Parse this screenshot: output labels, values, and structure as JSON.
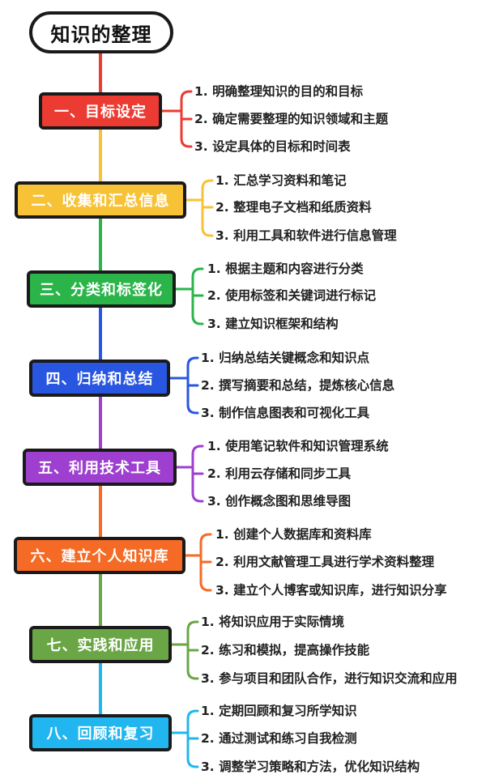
{
  "title": "知识的整理",
  "colors": {
    "red": "#ec3b32",
    "yellow": "#f7c236",
    "green": "#2ab44a",
    "blue": "#2856e0",
    "purple": "#9e3fd0",
    "orange": "#f56a25",
    "olive": "#6ba646",
    "cyan": "#21b6f0"
  },
  "stages": [
    {
      "label": "一、目标设定",
      "color": "#ec3b32",
      "items": [
        "1. 明确整理知识的目的和目标",
        "2. 确定需要整理的知识领域和主题",
        "3. 设定具体的目标和时间表"
      ]
    },
    {
      "label": "二、收集和汇总信息",
      "color": "#f7c236",
      "items": [
        "1. 汇总学习资料和笔记",
        "2. 整理电子文档和纸质资料",
        "3. 利用工具和软件进行信息管理"
      ]
    },
    {
      "label": "三、分类和标签化",
      "color": "#2ab44a",
      "items": [
        "1. 根据主题和内容进行分类",
        "2. 使用标签和关键词进行标记",
        "3. 建立知识框架和结构"
      ]
    },
    {
      "label": "四、归纳和总结",
      "color": "#2856e0",
      "items": [
        "1. 归纳总结关键概念和知识点",
        "2. 撰写摘要和总结，提炼核心信息",
        "3. 制作信息图表和可视化工具"
      ]
    },
    {
      "label": "五、利用技术工具",
      "color": "#9e3fd0",
      "items": [
        "1. 使用笔记软件和知识管理系统",
        "2. 利用云存储和同步工具",
        "3. 创作概念图和思维导图"
      ]
    },
    {
      "label": "六、建立个人知识库",
      "color": "#f56a25",
      "items": [
        "1. 创建个人数据库和资料库",
        "2. 利用文献管理工具进行学术资料整理",
        "3. 建立个人博客或知识库，进行知识分享"
      ]
    },
    {
      "label": "七、实践和应用",
      "color": "#6ba646",
      "items": [
        "1. 将知识应用于实际情境",
        "2. 练习和模拟，提高操作技能",
        "3. 参与项目和团队合作，进行知识交流和应用"
      ]
    },
    {
      "label": "八、回顾和复习",
      "color": "#21b6f0",
      "items": [
        "1. 定期回顾和复习所学知识",
        "2. 通过测试和练习自我检测",
        "3. 调整学习策略和方法，优化知识结构"
      ]
    }
  ]
}
